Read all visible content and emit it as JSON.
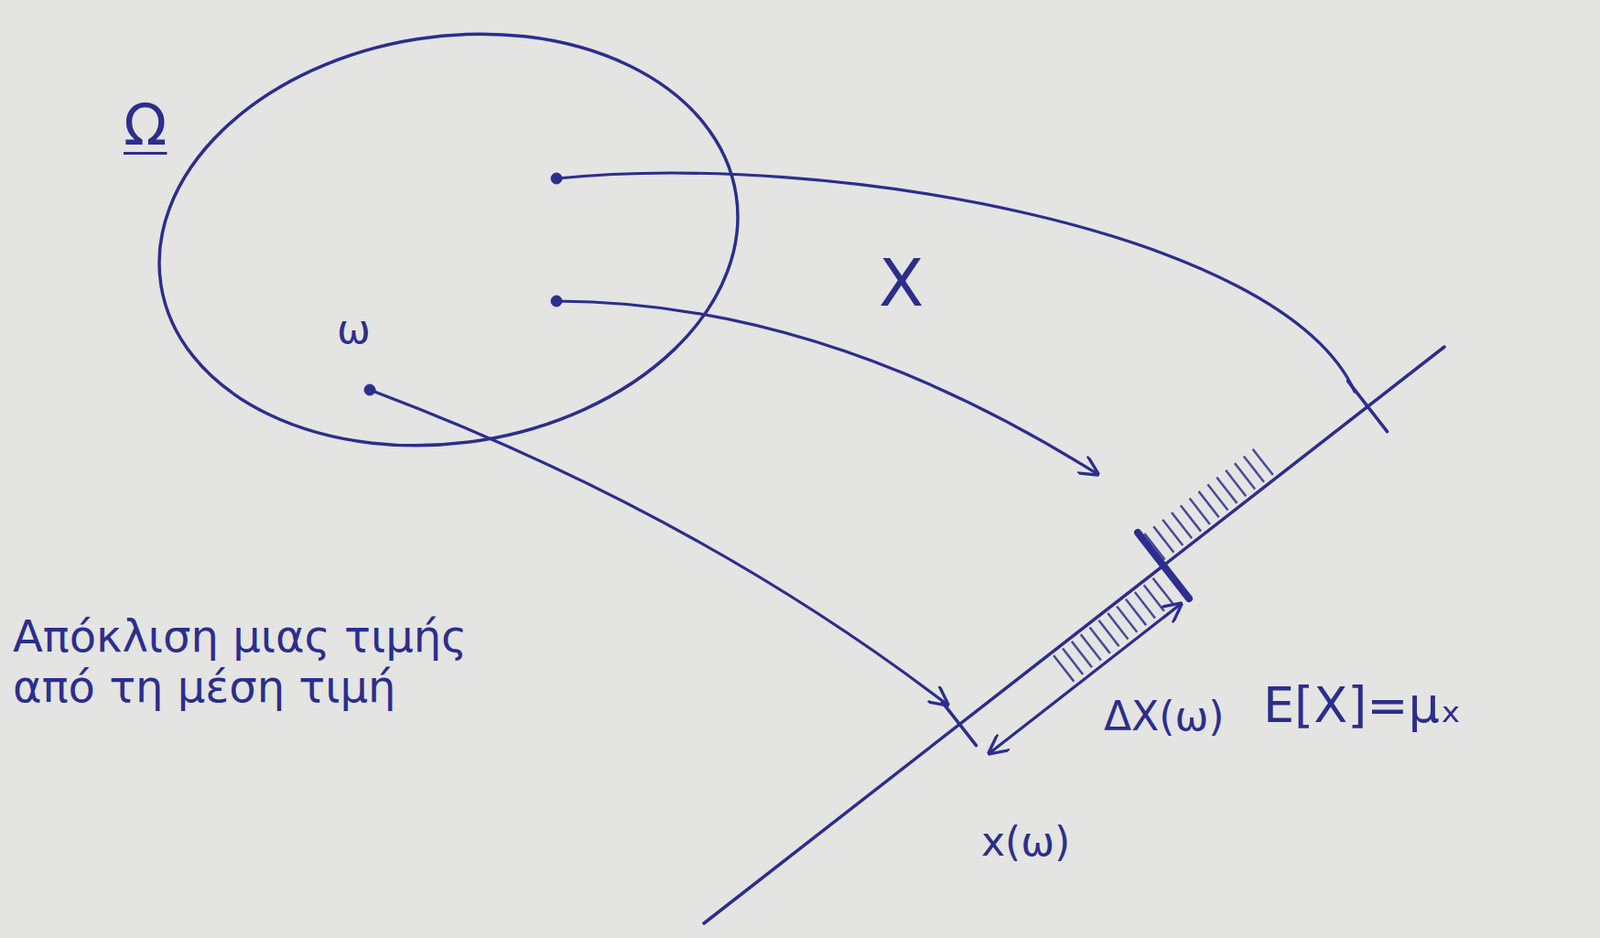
{
  "diagram": {
    "nodes": [
      {
        "text": [
          "Ω"
        ]
      }
    ],
    "labels": [
      "ω",
      "X",
      "ΔX(ω)",
      "E[X]=μₓ",
      "x(ω)",
      "Απόκλιση μιας τιμής από τη μέση τιμή"
    ]
  }
}
